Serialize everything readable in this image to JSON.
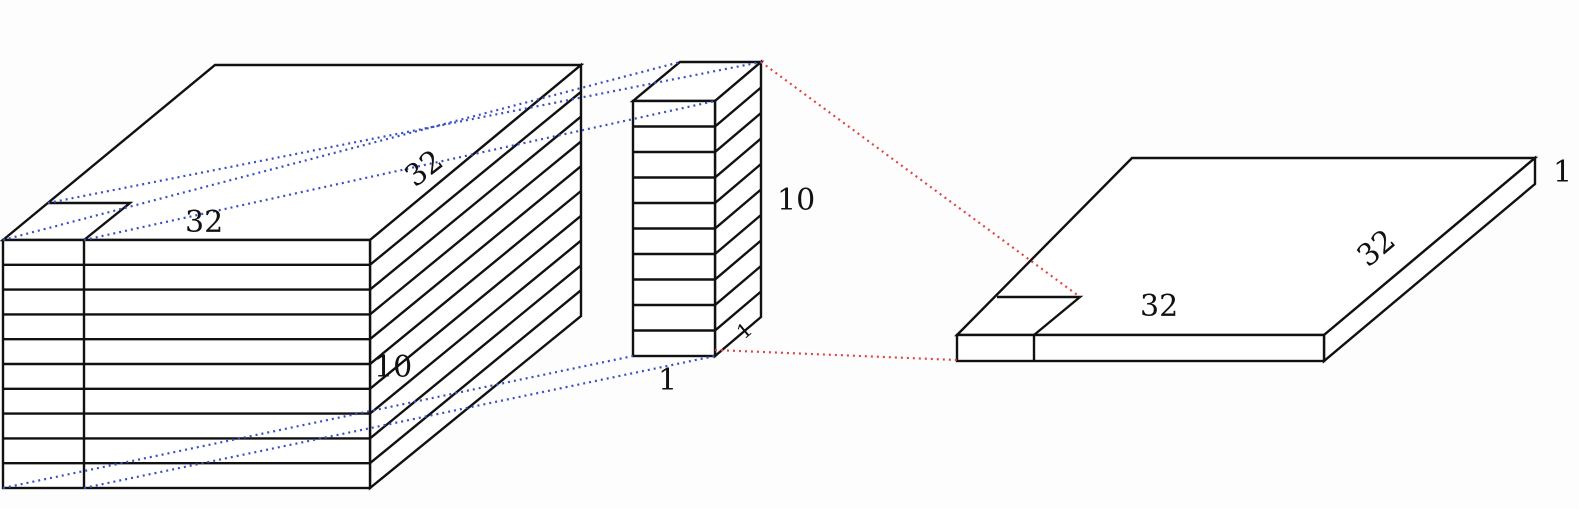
{
  "input_volume": {
    "width_label": "32",
    "depth_label": "32",
    "channels_label": "10",
    "channels": 10
  },
  "kernel": {
    "channels_label": "10",
    "width_label": "1",
    "depth_label": "1",
    "channels": 10
  },
  "output_map": {
    "width_label": "32",
    "depth_label": "32",
    "channels_label": "1"
  },
  "colors": {
    "projection_input": "#3a4fc4",
    "projection_output": "#e04545"
  }
}
